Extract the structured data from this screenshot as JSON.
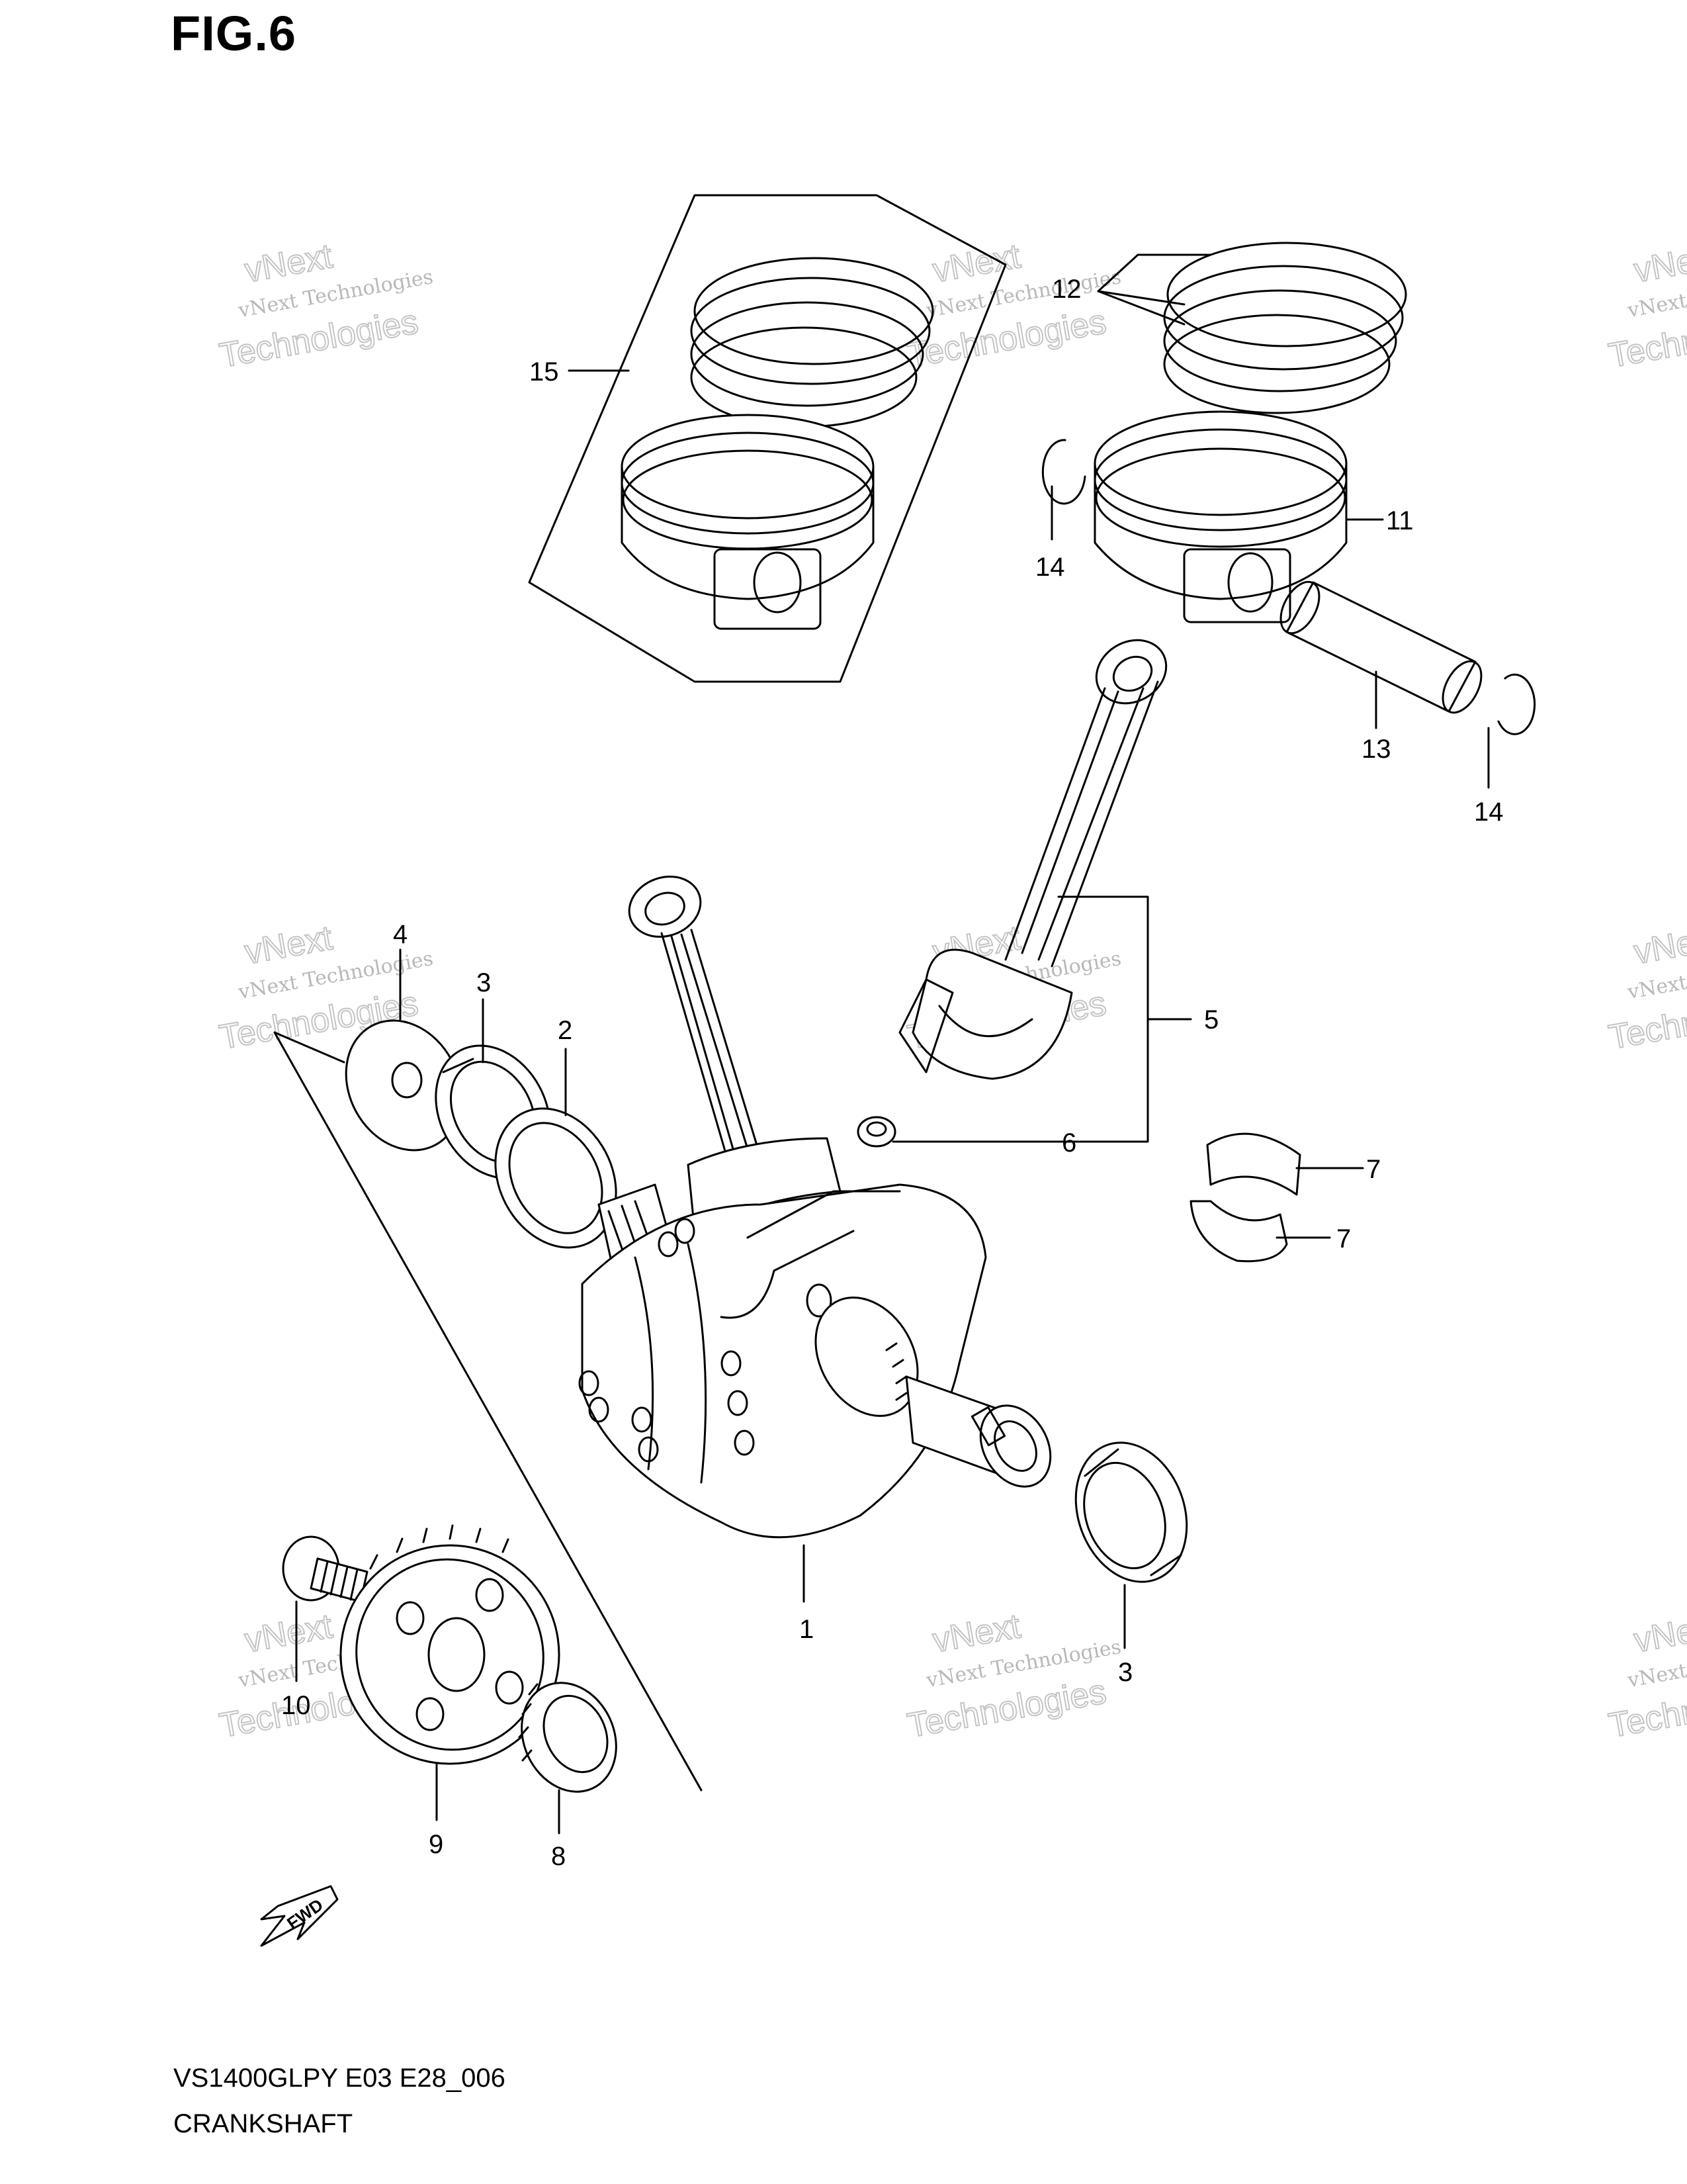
{
  "figure_title": "FIG.6",
  "model_code": "VS1400GLPY E03 E28_006",
  "section_name": "CRANKSHAFT",
  "fwd_label": "FWD",
  "watermark": {
    "top": "vNext",
    "middle": "vNext Technologies",
    "bottom": "Technologies"
  },
  "callouts": {
    "c1": "1",
    "c2": "2",
    "c3a": "3",
    "c3b": "3",
    "c4": "4",
    "c5": "5",
    "c6": "6",
    "c7a": "7",
    "c7b": "7",
    "c8": "8",
    "c9": "9",
    "c10": "10",
    "c11": "11",
    "c12": "12",
    "c13": "13",
    "c14a": "14",
    "c14b": "14",
    "c15": "15"
  }
}
